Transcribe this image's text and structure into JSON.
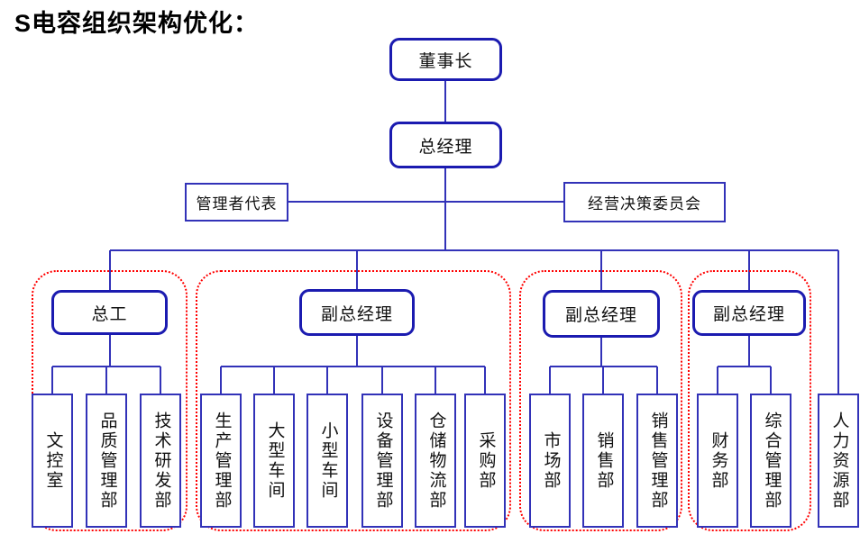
{
  "title": "S电容组织架构优化：",
  "colors": {
    "connector_blue": "#3232b8",
    "leader_border_blue": "#1b1bb0",
    "group_outline_red": "#ff0000",
    "text_black": "#000000",
    "background": "#ffffff"
  },
  "nodes": {
    "chairman": "董事长",
    "general_manager": "总经理",
    "management_rep": "管理者代表",
    "committee": "经营决策委员会",
    "hr": "人力资源部"
  },
  "groups": [
    {
      "leader": "总工",
      "departments": [
        "文控室",
        "品质管理部",
        "技术研发部"
      ]
    },
    {
      "leader": "副总经理",
      "departments": [
        "生产管理部",
        "大型车间",
        "小型车间",
        "设备管理部",
        "仓储物流部",
        "采购部"
      ]
    },
    {
      "leader": "副总经理",
      "departments": [
        "市场部",
        "销售部",
        "销售管理部"
      ]
    },
    {
      "leader": "副总经理",
      "departments": [
        "财务部",
        "综合管理部"
      ]
    }
  ]
}
